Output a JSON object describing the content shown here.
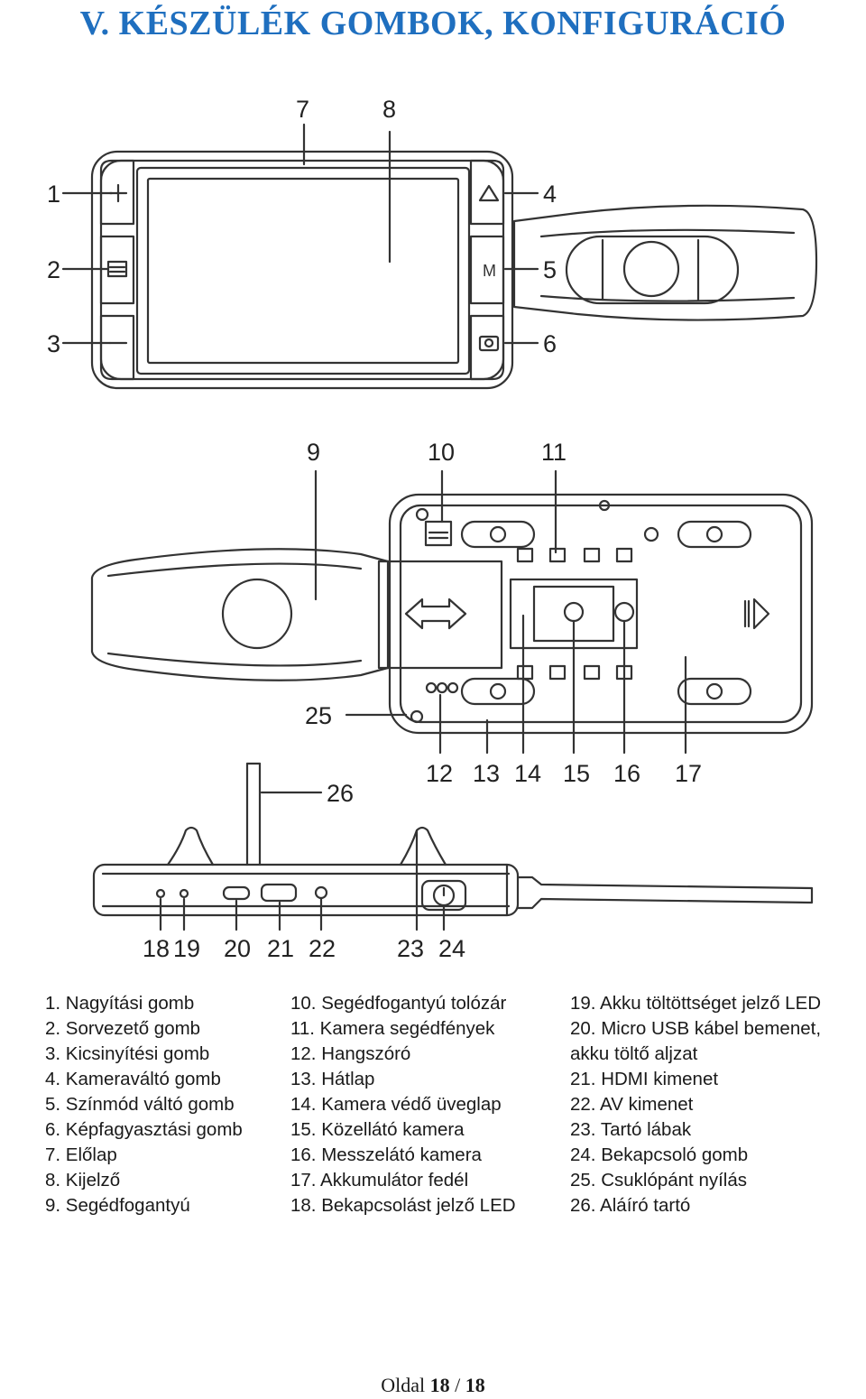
{
  "title": "V. KÉSZÜLÉK GOMBOK, KONFIGURÁCIÓ",
  "callouts": [
    "1",
    "2",
    "3",
    "4",
    "5",
    "6",
    "7",
    "8",
    "9",
    "10",
    "11",
    "12",
    "13",
    "14",
    "15",
    "16",
    "17",
    "18",
    "19",
    "20",
    "21",
    "22",
    "23",
    "24",
    "25",
    "26"
  ],
  "button_marks": {
    "plus": "+",
    "m": "M"
  },
  "legend": {
    "col1": [
      "1. Nagyítási gomb",
      "2. Sorvezető gomb",
      "3. Kicsinyítési gomb",
      "4. Kameraváltó gomb",
      "5. Színmód váltó gomb",
      "6. Képfagyasztási gomb",
      "7. Előlap",
      "8. Kijelző",
      "9. Segédfogantyú"
    ],
    "col2": [
      "10. Segédfogantyú tolózár",
      "11. Kamera segédfények",
      "12. Hangszóró",
      "13. Hátlap",
      "14. Kamera védő üveglap",
      "15. Közellátó kamera",
      "16. Messzelátó kamera",
      "17. Akkumulátor fedél",
      "18. Bekapcsolást jelző LED"
    ],
    "col3": [
      "19. Akku töltöttséget jelző LED",
      "20. Micro USB kábel bemenet,",
      "akku töltő aljzat",
      "21. HDMI kimenet",
      "22. AV kimenet",
      "23. Tartó lábak",
      "24. Bekapcsoló gomb",
      "25. Csuklópánt nyílás",
      "26. Aláíró tartó"
    ]
  },
  "footer": {
    "prefix": "Oldal ",
    "page": "18",
    "sep": " / ",
    "total": "18"
  },
  "colors": {
    "title": "#1f6fbf",
    "line": "#333333"
  }
}
